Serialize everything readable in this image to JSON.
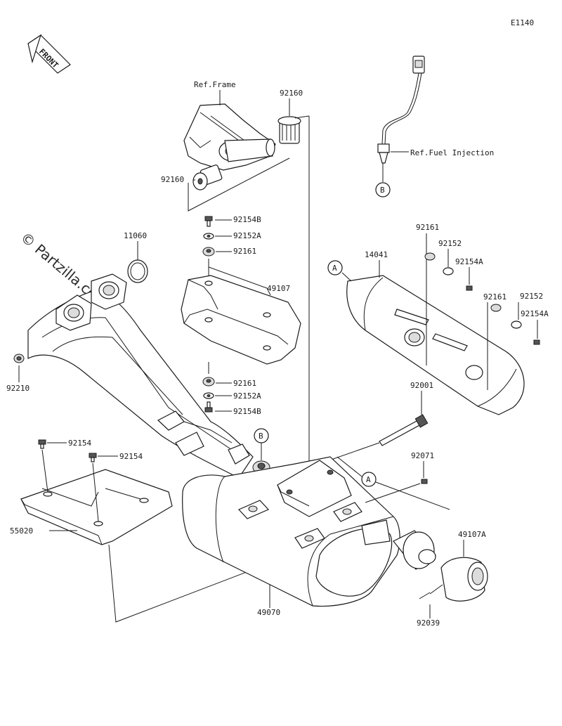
{
  "diagram_code": "E1140",
  "front_label": "FRONT",
  "watermark": "© Partzilla.com",
  "refs": {
    "frame": "Ref.Frame",
    "fuel_injection": "Ref.Fuel Injection"
  },
  "callout_letters": {
    "a": "A",
    "b": "B"
  },
  "part_numbers": {
    "p92160_top": "92160",
    "p92160_left": "92160",
    "p92154B_top": "92154B",
    "p92152A_top": "92152A",
    "p92161_top": "92161",
    "p11060": "11060",
    "p49107": "49107",
    "p14041": "14041",
    "p92161_r1": "92161",
    "p92152_r1": "92152",
    "p92154A_r1": "92154A",
    "p92161_r2": "92161",
    "p92152_r2": "92152",
    "p92154A_r2": "92154A",
    "p92210": "92210",
    "p92161_bot": "92161",
    "p92152A_bot": "92152A",
    "p92154B_bot": "92154B",
    "p92001": "92001",
    "p92154_a": "92154",
    "p92154_b": "92154",
    "p92071": "92071",
    "p55020": "55020",
    "p49107A": "49107A",
    "p49070": "49070",
    "p92039": "92039"
  }
}
